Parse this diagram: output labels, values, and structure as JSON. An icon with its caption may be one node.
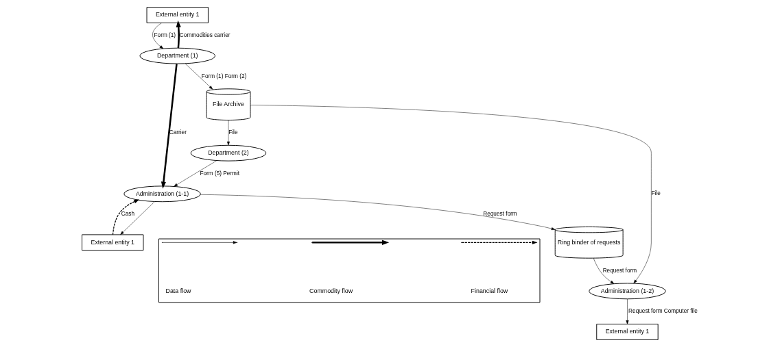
{
  "diagram": {
    "nodes": [
      {
        "text": [
          "External entity 1"
        ]
      },
      {
        "text": [
          "Department (1)"
        ]
      },
      {
        "text": [
          "File Archive"
        ]
      },
      {
        "text": [
          "External entity 1"
        ]
      },
      {
        "text": [
          "Department (2)"
        ]
      },
      {
        "text": [
          "Administration (1-2)"
        ]
      },
      {
        "text": [
          "Ring binder of requests"
        ]
      },
      {
        "text": [
          "External entity 1"
        ]
      },
      {
        "text": [
          "Administration (1-1)"
        ]
      },
      {
        "text": [],
        "shape": "box"
      }
    ],
    "edges": [
      {
        "from": 0,
        "to": 1,
        "arrow": "to",
        "label": "Form (1)"
      },
      {
        "from": 1,
        "to": 2,
        "arrow": "to",
        "label": "Form (1) Form (2)"
      },
      {
        "from": 1,
        "to": 0,
        "arrow": "to",
        "label": "Commodities carrier",
        "style": "thick"
      },
      {
        "from": 1,
        "to": 8,
        "arrow": "to",
        "label": "Carrier",
        "style": "thick"
      },
      {
        "from": 2,
        "to": 4,
        "arrow": "to",
        "label": "File"
      },
      {
        "from": 2,
        "to": 5,
        "arrow": "to",
        "label": "File"
      },
      {
        "from": 4,
        "to": 8,
        "arrow": "to",
        "label": "Form (5) Permit"
      },
      {
        "from": 5,
        "to": 3,
        "arrow": "to",
        "label": "Request form Computer file"
      },
      {
        "from": 6,
        "to": 5,
        "arrow": "to",
        "label": "Request form"
      },
      {
        "from": 8,
        "to": 6,
        "arrow": "to",
        "label": "Request form"
      },
      {
        "from": 8,
        "to": 7,
        "arrow": "to"
      },
      {
        "from": 7,
        "to": 8,
        "arrow": "to",
        "label": "Cash",
        "style": "dashed"
      }
    ],
    "legend": [
      {
        "text": "Data flow"
      },
      {
        "text": "Commodity flow"
      },
      {
        "text": "Financial flow"
      }
    ]
  }
}
